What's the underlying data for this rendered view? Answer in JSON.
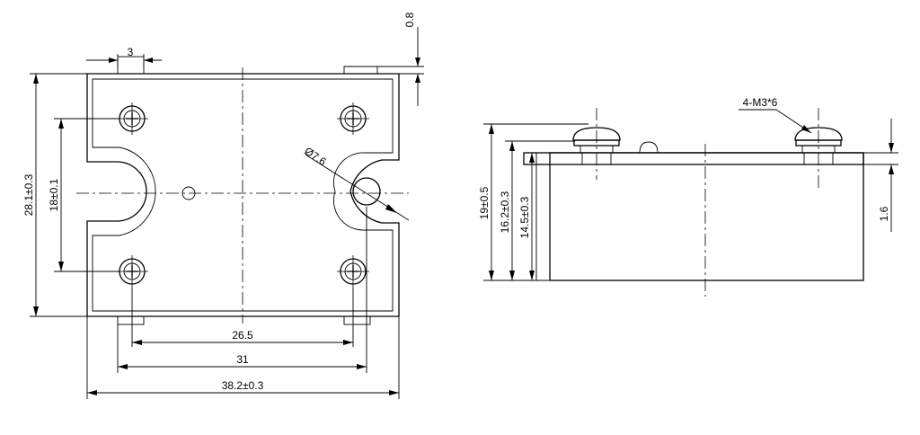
{
  "top_view": {
    "dims": {
      "mount_spacing": "26.5",
      "outer_hole_span": "31",
      "overall_length": "38.2±0.3",
      "overall_height": "28.1±0.3",
      "slot_spacing": "18±0.1",
      "tab_width": "3",
      "tab_thickness": "0.8",
      "hole_diameter": "Ø7.6"
    }
  },
  "side_view": {
    "dims": {
      "screw_callout": "4-M3*6",
      "total_height": "19±0.5",
      "height_with_base": "16.2±0.3",
      "body_height": "14.5±0.3",
      "base_plate": "1.6"
    }
  },
  "colors": {
    "line": "#000000",
    "background": "#ffffff"
  },
  "icons": [
    "phillips-screw-icon",
    "dimension-arrow-icon"
  ]
}
